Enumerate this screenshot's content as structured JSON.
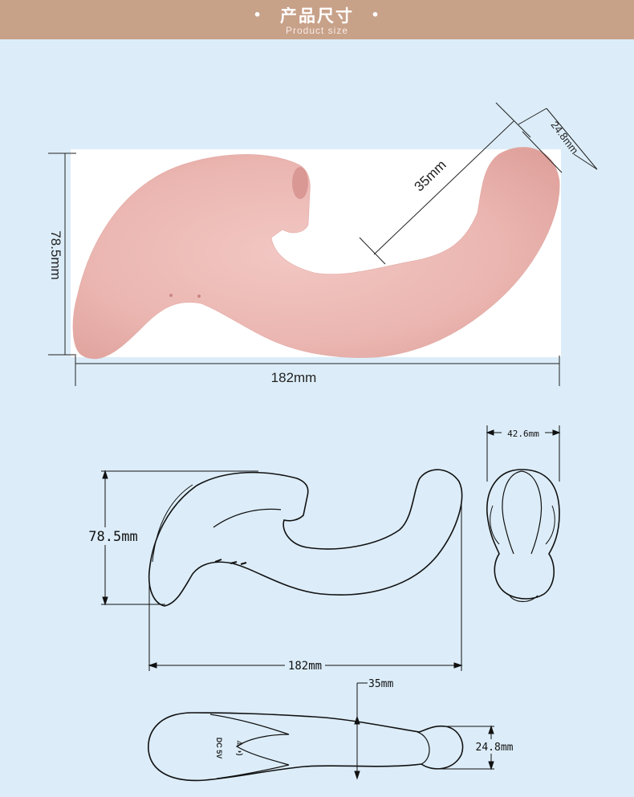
{
  "header": {
    "title": "产品尺寸",
    "subtitle": "Product size",
    "dot_left": "•",
    "dot_right": "•"
  },
  "photo_view": {
    "height_label": "78.5mm",
    "length_label": "182mm",
    "insert_label": "35mm",
    "tip_label": "24.8mm"
  },
  "side_view": {
    "height_label": "78.5mm",
    "length_label": "182mm"
  },
  "front_view": {
    "width_label": "42.6mm"
  },
  "top_view": {
    "insert_label": "35mm",
    "tip_label": "24.8mm"
  },
  "colors": {
    "header_bg": "#c8a189",
    "page_bg": "#dcedf9",
    "product_pink": "#efbcb8"
  }
}
